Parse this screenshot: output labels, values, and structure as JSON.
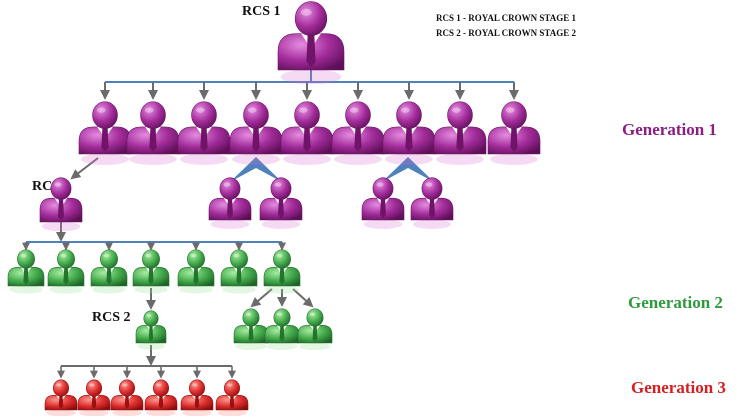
{
  "legend": {
    "line1": "RCS 1 - ROYAL CROWN STAGE 1",
    "line2": "RCS 2 - ROYAL CROWN STAGE 2"
  },
  "labels": {
    "top": "RCS 1",
    "branch_rcs1": "RCS 1",
    "branch_rcs2": "RCS 2"
  },
  "generations": [
    {
      "label": "Generation 1",
      "color": "#8a1e82"
    },
    {
      "label": "Generation 2",
      "color": "#2e9a3c"
    },
    {
      "label": "Generation 3",
      "color": "#d42020"
    }
  ],
  "colors": {
    "purple_light": "#d86ad0",
    "purple": "#a32d9b",
    "purple_dark": "#6f1468",
    "green_light": "#8fe08a",
    "green": "#46ad4e",
    "green_dark": "#23752d",
    "red_light": "#f77a6f",
    "red": "#de3030",
    "red_dark": "#9c1010",
    "connector_blue": "#4f81bd",
    "arrow_gray": "#6b6b6b"
  }
}
